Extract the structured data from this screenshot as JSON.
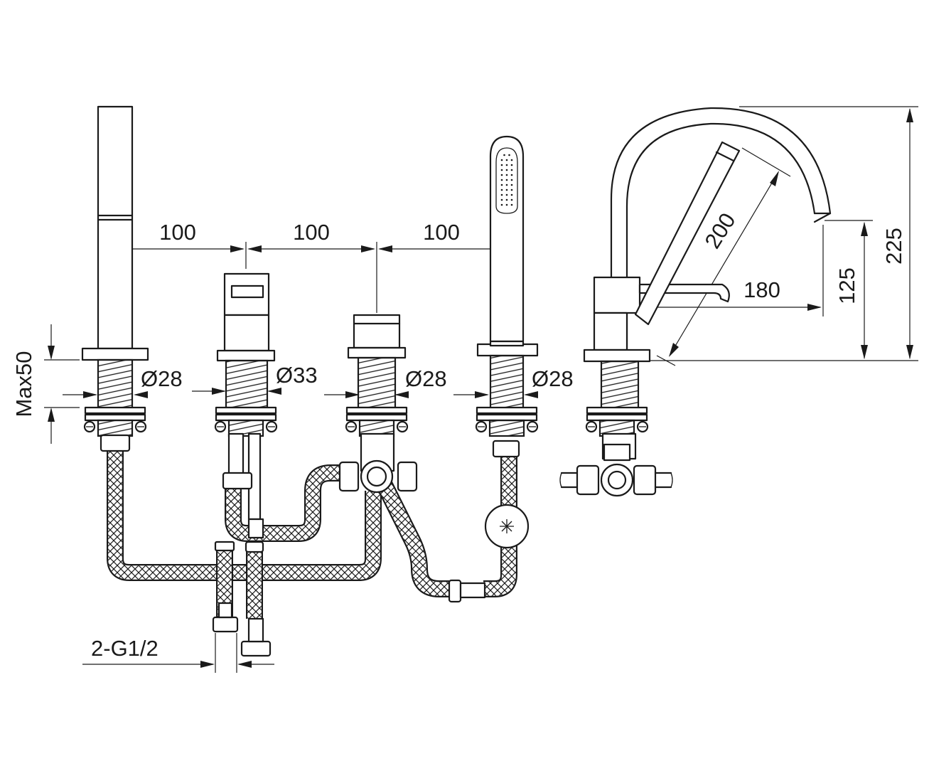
{
  "dimensions": {
    "spacing_1": "100",
    "spacing_2": "100",
    "spacing_3": "100",
    "dia_1": "Ø28",
    "dia_2": "Ø33",
    "dia_3": "Ø28",
    "dia_4": "Ø28",
    "max_deck": "Max50",
    "connection": "2-G1/2",
    "spout_diagonal": "200",
    "spout_reach": "180",
    "outlet_height": "125",
    "total_height": "225"
  }
}
